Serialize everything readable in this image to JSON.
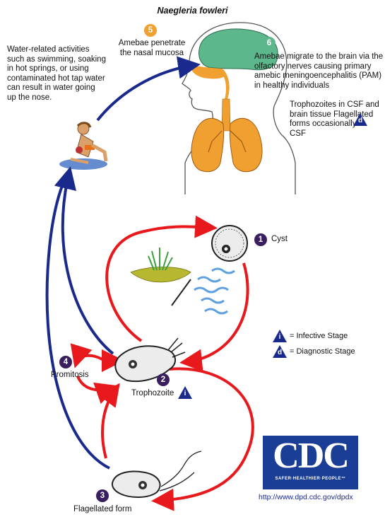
{
  "title": "Naegleria fowleri",
  "water_text": "Water-related activities such as swimming, soaking in hot springs, or using contaminated hot tap water can result in water going up the nose.",
  "stage5": {
    "number": "5",
    "text": "Amebae penetrate the nasal mucosa",
    "color": "#f0a030"
  },
  "stage6": {
    "number": "6",
    "text": "Amebae migrate to the brain via the olfactory nerves causing primary amebic meningoencephalitis (PAM) in healthy individuals",
    "color": "#5cb88c"
  },
  "csf_text": "Trophozoites in CSF and brain tissue Flagellated forms occasionally in CSF",
  "stage1": {
    "number": "1",
    "label": "Cyst"
  },
  "stage2": {
    "number": "2",
    "label": "Trophozoite"
  },
  "stage3": {
    "number": "3",
    "label": "Flagellated form"
  },
  "stage4": {
    "number": "4",
    "label": "Promitosis"
  },
  "legend": {
    "infective_symbol": "i",
    "infective_label": "= Infective Stage",
    "diagnostic_symbol": "d",
    "diagnostic_label": "= Diagnostic Stage"
  },
  "logo": {
    "letters": "CDC",
    "tagline": "SAFER·HEALTHIER·PEOPLE™"
  },
  "url": "http://www.dpd.cdc.gov/dpdx",
  "colors": {
    "arrow_blue": "#1a2a8c",
    "arrow_red": "#e8191d",
    "number_purple": "#3a1f5e",
    "tri_blue": "#1a2a8c"
  }
}
